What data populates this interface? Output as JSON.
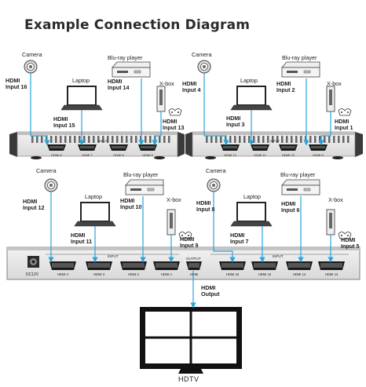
{
  "title": "Example Connection Diagram",
  "colors": {
    "cable": "#2aa4dc",
    "device": "#4a4a4a",
    "panel": "#e9e9e9",
    "dark": "#1a1a1a"
  },
  "top_left": {
    "camera": "Camera",
    "bluray": "Blu-ray player",
    "laptop": "Laptop",
    "xbox": "X-box",
    "in_camera": "HDMI\nInput 16",
    "in_bluray": "HDMI\nInput 14",
    "in_laptop": "HDMI\nInput 15",
    "in_xbox": "HDMI\nInput 13",
    "ports": [
      "HDMI 8",
      "HDMI 7",
      "HDMI 6",
      "HDMI 5"
    ],
    "port_group": "INPUT"
  },
  "top_right": {
    "camera": "Camera",
    "bluray": "Blu-ray player",
    "laptop": "Laptop",
    "xbox": "X-box",
    "in_camera": "HDMI\nInput 4",
    "in_bluray": "HDMI\nInput 2",
    "in_laptop": "HDMI\nInput 3",
    "in_xbox": "HDMI\nInput 1",
    "ports": [
      "HDMI 12",
      "HDMI 11",
      "HDMI 10",
      "HDMI 9"
    ],
    "port_group": "INPUT"
  },
  "bottom_left": {
    "camera": "Camera",
    "bluray": "Blu-ray player",
    "laptop": "Laptop",
    "xbox": "X-box",
    "in_camera": "HDMI\nInput 12",
    "in_bluray": "HDMI\nInput 10",
    "in_laptop": "HDMI\nInput 11",
    "in_xbox": "HDMI\nInput 9",
    "ports": [
      "HDMI 4",
      "HDMI 3",
      "HDMI 2",
      "HDMI 1"
    ],
    "port_group": "INPUT"
  },
  "bottom_right": {
    "camera": "Camera",
    "bluray": "Blu-ray player",
    "laptop": "Laptop",
    "xbox": "X-box",
    "in_camera": "HDMI\nInput 8",
    "in_bluray": "HDMI\nInput 6",
    "in_laptop": "HDMI\nInput 7",
    "in_xbox": "HDMI\nInput 5",
    "ports": [
      "HDMI 16",
      "HDMI 15",
      "HDMI 14",
      "HDMI 13"
    ],
    "port_group": "INPUT"
  },
  "main_unit": {
    "dc_label": "DC12V",
    "output_group": "OUTPUT",
    "output_port": "HDMI"
  },
  "output": {
    "label": "HDMI\nOutput",
    "tv_label": "HDTV"
  }
}
